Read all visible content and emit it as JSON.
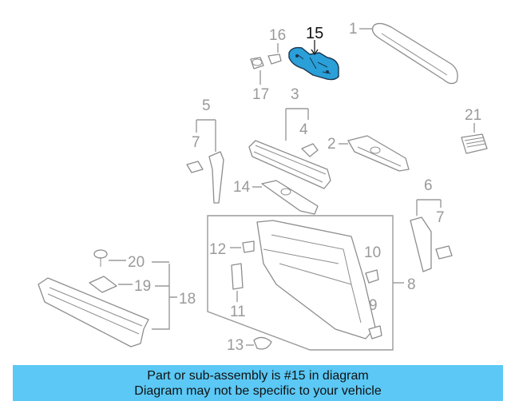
{
  "diagram": {
    "callouts": {
      "c1": "1",
      "c2": "2",
      "c3": "3",
      "c4": "4",
      "c5": "5",
      "c6": "6",
      "c7a": "7",
      "c7b": "7",
      "c8": "8",
      "c9": "9",
      "c10": "10",
      "c11": "11",
      "c12": "12",
      "c13": "13",
      "c14": "14",
      "c15": "15",
      "c16": "16",
      "c17": "17",
      "c18": "18",
      "c19": "19",
      "c20": "20",
      "c21": "21"
    },
    "highlighted_part": "15",
    "colors": {
      "highlight_fill": "#2a9fd8",
      "line_gray": "#9a9a9a",
      "banner_bg": "#5bc8f5"
    }
  },
  "banner": {
    "line1": "Part or sub-assembly is #15 in diagram",
    "line2": "Diagram may not be specific to your vehicle"
  }
}
